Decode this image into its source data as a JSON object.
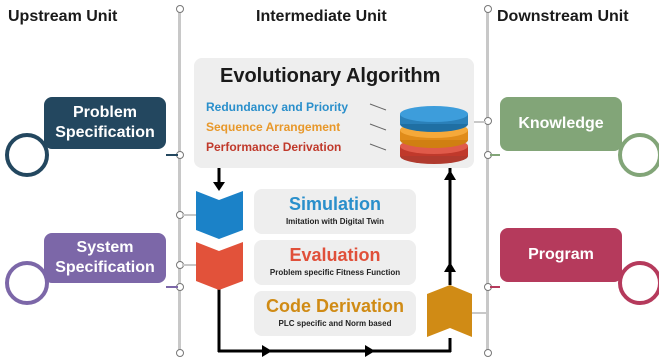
{
  "headers": {
    "upstream": "Upstream Unit",
    "intermediate": "Intermediate Unit",
    "downstream": "Downstream Unit"
  },
  "upstream": {
    "problem": "Problem Specification",
    "system": "System Specification"
  },
  "downstream": {
    "knowledge": "Knowledge",
    "program": "Program"
  },
  "algorithm": {
    "title": "Evolutionary Algorithm",
    "lines": [
      "Redundancy and Priority",
      "Sequence Arrangement",
      "Performance Derivation"
    ]
  },
  "steps": {
    "simulation": {
      "title": "Simulation",
      "subtitle": "Imitation with Digital Twin"
    },
    "evaluation": {
      "title": "Evaluation",
      "subtitle": "Problem specific Fitness Function"
    },
    "code": {
      "title": "Code Derivation",
      "subtitle": "PLC specific and Norm based"
    }
  },
  "colors": {
    "navy": "#23475f",
    "purple": "#7c67a8",
    "green": "#82a578",
    "crimson": "#b53a5c",
    "blue": "#2a8fcb",
    "orange": "#e8982a",
    "red": "#e0503a",
    "gold": "#d08b15",
    "rail": "#c8c8c8"
  }
}
